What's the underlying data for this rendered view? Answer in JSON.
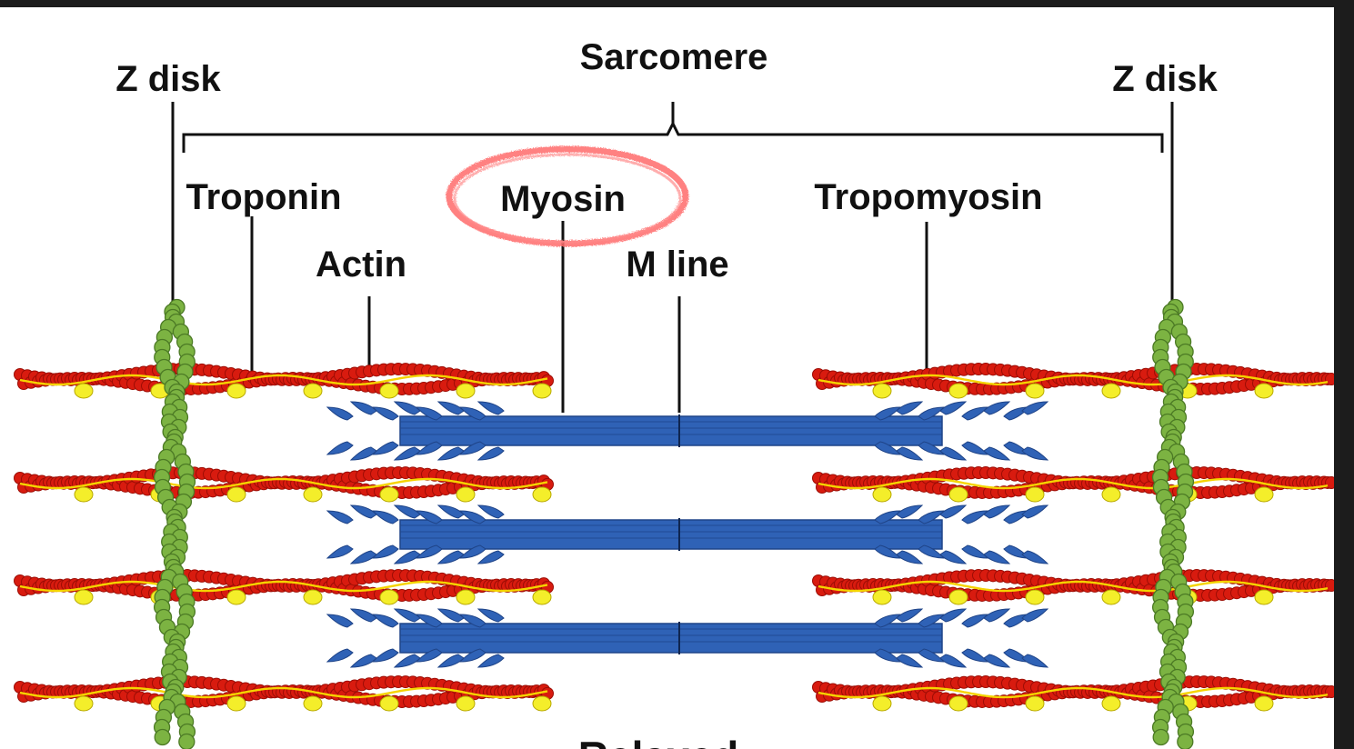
{
  "labels": {
    "sarcomere": "Sarcomere",
    "z_disk_left": "Z disk",
    "z_disk_right": "Z disk",
    "troponin": "Troponin",
    "myosin": "Myosin",
    "tropomyosin": "Tropomyosin",
    "actin": "Actin",
    "m_line": "M line",
    "state": "Relaxed"
  },
  "colors": {
    "actin": "#d81b0f",
    "actin_dark": "#9c0d05",
    "tropomyosin": "#f5d400",
    "troponin": "#f4ee2a",
    "z_disk": "#7cb342",
    "z_disk_dark": "#4c7a25",
    "myosin": "#2f62b6",
    "myosin_dark": "#1f4488",
    "highlight": "#ff6b6b"
  }
}
